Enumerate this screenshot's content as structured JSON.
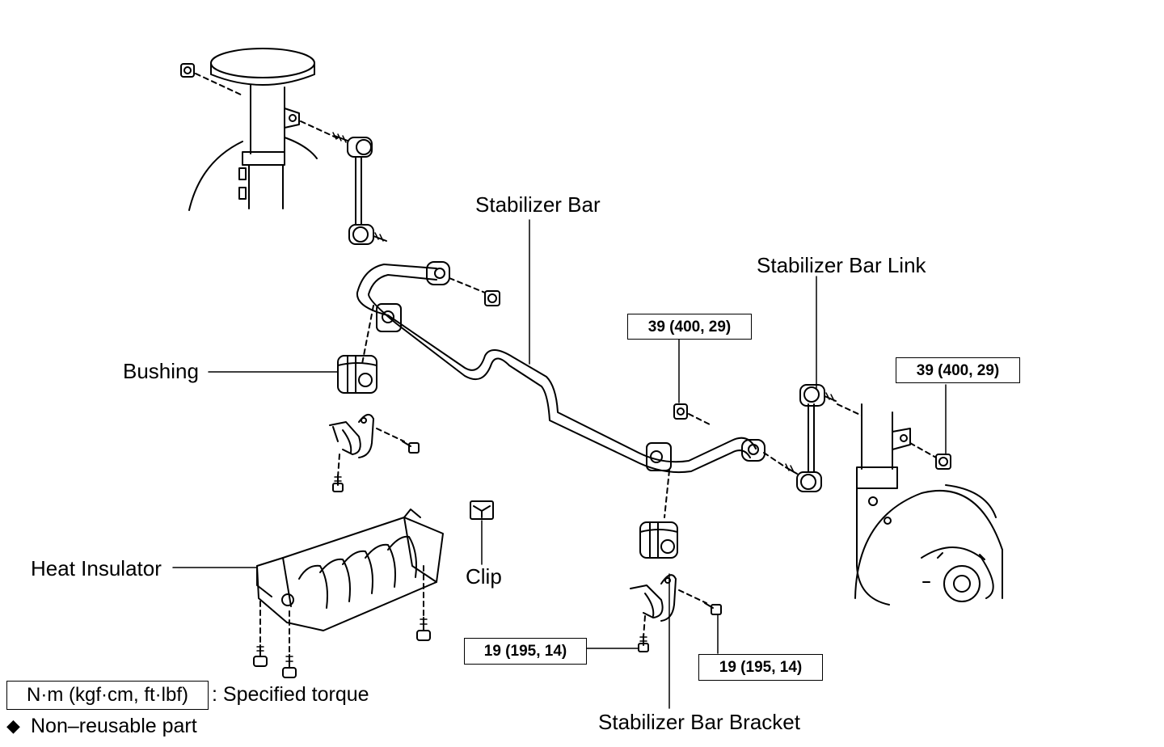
{
  "labels": {
    "stabilizer_bar": "Stabilizer Bar",
    "stabilizer_bar_link": "Stabilizer Bar Link",
    "bushing": "Bushing",
    "heat_insulator": "Heat Insulator",
    "clip": "Clip",
    "stabilizer_bar_bracket": "Stabilizer Bar Bracket"
  },
  "torque_specs": {
    "link_upper_nut": "39 (400, 29)",
    "link_lower_nut": "39 (400, 29)",
    "bracket_bolt_left": "19 (195, 14)",
    "bracket_bolt_right": "19 (195, 14)"
  },
  "legend": {
    "torque_unit_box": "N·m (kgf·cm, ft·lbf)",
    "torque_unit_text": ": Specified torque",
    "non_reusable_symbol": "◆",
    "non_reusable_text": "Non–reusable part"
  }
}
